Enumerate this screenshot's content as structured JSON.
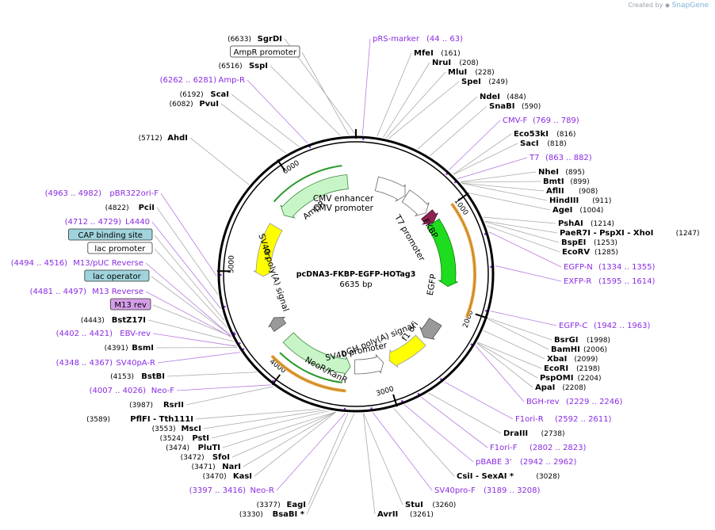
{
  "credit": {
    "prefix": "Created by",
    "brand": "SnapGene"
  },
  "plasmid": {
    "name": "pcDNA3-FKBP-EGFP-HOTag3",
    "length": "6635 bp"
  },
  "ruler": [
    "1000",
    "2000",
    "3000",
    "4000",
    "5000",
    "6000"
  ],
  "colors": {
    "purple": "#8a2be2",
    "maroon": "#8b2252",
    "green": "#1edc1e",
    "orange": "#e5a13a",
    "yellow": "#ffff00",
    "gray": "#999999",
    "light_green": "#c8f5c8",
    "primer_box": "#a0d3dc",
    "m13rev_box": "#d69ee8"
  },
  "features": [
    {
      "name": "CMV enhancer",
      "icon": "white-arrow"
    },
    {
      "name": "CMV promoter",
      "icon": "white-arrow"
    },
    {
      "name": "FKBP",
      "icon": "maroon-arrow"
    },
    {
      "name": "T7 promoter",
      "icon": "white-arrow"
    },
    {
      "name": "EGFP",
      "icon": "green-arrow"
    },
    {
      "name": "bGH poly(A) signal",
      "icon": "gray-box"
    },
    {
      "name": "f1 ori",
      "icon": "yellow-arrow"
    },
    {
      "name": "SV40 promoter",
      "icon": "white-arrow"
    },
    {
      "name": "NeoR/KanR",
      "icon": "light-green-arrow"
    },
    {
      "name": "SV40 poly(A) signal",
      "icon": "gray-box"
    },
    {
      "name": "ori",
      "icon": "yellow-arrow"
    },
    {
      "name": "AmpR",
      "icon": "light-green-arrow"
    }
  ],
  "labels": [
    {
      "pos": "(6633)",
      "name": "SgrDI",
      "kind": "enzyme"
    },
    {
      "pos": "(44 .. 63)",
      "name": "pRS-marker",
      "kind": "primer"
    },
    {
      "pos": "(161)",
      "name": "MfeI",
      "kind": "enzyme"
    },
    {
      "pos": "(208)",
      "name": "NruI",
      "kind": "enzyme"
    },
    {
      "pos": "(228)",
      "name": "MluI",
      "kind": "enzyme"
    },
    {
      "pos": "(249)",
      "name": "SpeI",
      "kind": "enzyme"
    },
    {
      "pos": "(484)",
      "name": "NdeI",
      "kind": "enzyme"
    },
    {
      "pos": "(590)",
      "name": "SnaBI",
      "kind": "enzyme"
    },
    {
      "pos": "(769 .. 789)",
      "name": "CMV-F",
      "kind": "primer"
    },
    {
      "pos": "(816)",
      "name": "Eco53kI",
      "kind": "enzyme"
    },
    {
      "pos": "(818)",
      "name": "SacI",
      "kind": "enzyme"
    },
    {
      "pos": "(863 .. 882)",
      "name": "T7",
      "kind": "primer"
    },
    {
      "pos": "(895)",
      "name": "NheI",
      "kind": "enzyme"
    },
    {
      "pos": "(899)",
      "name": "BmtI",
      "kind": "enzyme"
    },
    {
      "pos": "(908)",
      "name": "AflII",
      "kind": "enzyme"
    },
    {
      "pos": "(911)",
      "name": "HindIII",
      "kind": "enzyme"
    },
    {
      "pos": "(1004)",
      "name": "AgeI",
      "kind": "enzyme"
    },
    {
      "pos": "(1214)",
      "name": "PshAI",
      "kind": "enzyme"
    },
    {
      "pos": "(1247)",
      "name": "PaeR7I - PspXI - XhoI",
      "kind": "enzyme"
    },
    {
      "pos": "(1253)",
      "name": "BspEI",
      "kind": "enzyme"
    },
    {
      "pos": "(1285)",
      "name": "EcoRV",
      "kind": "enzyme"
    },
    {
      "pos": "(1334 .. 1355)",
      "name": "EGFP-N",
      "kind": "primer"
    },
    {
      "pos": "(1595 .. 1614)",
      "name": "EXFP-R",
      "kind": "primer"
    },
    {
      "pos": "(1942 .. 1963)",
      "name": "EGFP-C",
      "kind": "primer"
    },
    {
      "pos": "(1998)",
      "name": "BsrGI",
      "kind": "enzyme"
    },
    {
      "pos": "(2006)",
      "name": "BamHI",
      "kind": "enzyme"
    },
    {
      "pos": "(2099)",
      "name": "XbaI",
      "kind": "enzyme"
    },
    {
      "pos": "(2198)",
      "name": "EcoRI",
      "kind": "enzyme"
    },
    {
      "pos": "(2204)",
      "name": "PspOMI",
      "kind": "enzyme"
    },
    {
      "pos": "(2208)",
      "name": "ApaI",
      "kind": "enzyme"
    },
    {
      "pos": "(2229 .. 2246)",
      "name": "BGH-rev",
      "kind": "primer"
    },
    {
      "pos": "(2592 .. 2611)",
      "name": "F1ori-R",
      "kind": "primer"
    },
    {
      "pos": "(2738)",
      "name": "DraIII",
      "kind": "enzyme"
    },
    {
      "pos": "(2802 .. 2823)",
      "name": "F1ori-F",
      "kind": "primer"
    },
    {
      "pos": "(2942 .. 2962)",
      "name": "pBABE 3'",
      "kind": "primer"
    },
    {
      "pos": "(3028)",
      "name": "CsiI - SexAI *",
      "kind": "enzyme"
    },
    {
      "pos": "(3189 .. 3208)",
      "name": "SV40pro-F",
      "kind": "primer"
    },
    {
      "pos": "(3260)",
      "name": "StuI",
      "kind": "enzyme"
    },
    {
      "pos": "(3261)",
      "name": "AvrII",
      "kind": "enzyme"
    },
    {
      "pos": "(3377)",
      "name": "EagI",
      "kind": "enzyme"
    },
    {
      "pos": "(3330)",
      "name": "BsaBI *",
      "kind": "enzyme"
    },
    {
      "pos": "(3397 .. 3416)",
      "name": "Neo-R",
      "kind": "primer"
    },
    {
      "pos": "(3470)",
      "name": "KasI",
      "kind": "enzyme"
    },
    {
      "pos": "(3471)",
      "name": "NarI",
      "kind": "enzyme"
    },
    {
      "pos": "(3472)",
      "name": "SfoI",
      "kind": "enzyme"
    },
    {
      "pos": "(3474)",
      "name": "PluTI",
      "kind": "enzyme"
    },
    {
      "pos": "(3524)",
      "name": "PstI",
      "kind": "enzyme"
    },
    {
      "pos": "(3553)",
      "name": "MscI",
      "kind": "enzyme"
    },
    {
      "pos": "(3589)",
      "name": "PflFI - Tth111I",
      "kind": "enzyme"
    },
    {
      "pos": "(3987)",
      "name": "RsrII",
      "kind": "enzyme"
    },
    {
      "pos": "(4007 .. 4026)",
      "name": "Neo-F",
      "kind": "primer"
    },
    {
      "pos": "(4153)",
      "name": "BstBI",
      "kind": "enzyme"
    },
    {
      "pos": "(4348 .. 4367)",
      "name": "SV40pA-R",
      "kind": "primer"
    },
    {
      "pos": "(4391)",
      "name": "BsmI",
      "kind": "enzyme"
    },
    {
      "pos": "(4402 .. 4421)",
      "name": "EBV-rev",
      "kind": "primer"
    },
    {
      "pos": "(4443)",
      "name": "BstZ17I",
      "kind": "enzyme"
    },
    {
      "pos": "",
      "name": "M13 rev",
      "kind": "box-purple"
    },
    {
      "pos": "(4481 .. 4497)",
      "name": "M13 Reverse",
      "kind": "primer"
    },
    {
      "pos": "",
      "name": "lac operator",
      "kind": "box-blue"
    },
    {
      "pos": "(4494 .. 4516)",
      "name": "M13/pUC Reverse",
      "kind": "primer"
    },
    {
      "pos": "",
      "name": "lac promoter",
      "kind": "box-white"
    },
    {
      "pos": "",
      "name": "CAP binding site",
      "kind": "box-blue"
    },
    {
      "pos": "(4712 .. 4729)",
      "name": "L4440",
      "kind": "primer"
    },
    {
      "pos": "(4822)",
      "name": "PciI",
      "kind": "enzyme"
    },
    {
      "pos": "(4963 .. 4982)",
      "name": "pBR322ori-F",
      "kind": "primer"
    },
    {
      "pos": "(5712)",
      "name": "AhdI",
      "kind": "enzyme"
    },
    {
      "pos": "(6082)",
      "name": "PvuI",
      "kind": "enzyme"
    },
    {
      "pos": "(6192)",
      "name": "ScaI",
      "kind": "enzyme"
    },
    {
      "pos": "(6262 .. 6281)",
      "name": "Amp-R",
      "kind": "primer"
    },
    {
      "pos": "(6516)",
      "name": "SspI",
      "kind": "enzyme"
    },
    {
      "pos": "",
      "name": "AmpR promoter",
      "kind": "box-white"
    }
  ]
}
